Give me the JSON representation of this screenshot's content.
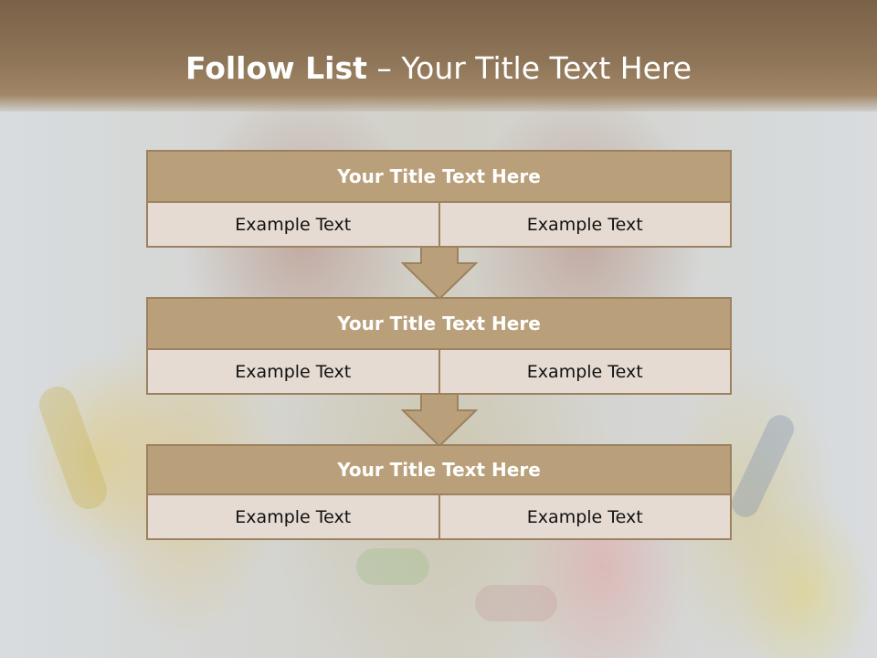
{
  "slide": {
    "title_bold": "Follow List",
    "title_rest": " – Your Title Text Here"
  },
  "blocks": [
    {
      "title": "Your Title Text Here",
      "left_text": "Example Text",
      "right_text": "Example Text"
    },
    {
      "title": "Your Title Text Here",
      "left_text": "Example Text",
      "right_text": "Example Text"
    },
    {
      "title": "Your Title Text Here",
      "left_text": "Example Text",
      "right_text": "Example Text"
    }
  ],
  "colors": {
    "header": "#8f7558",
    "block_header": "#b99f7a",
    "cell": "#e6dbd2",
    "border": "#9d8260",
    "arrow": "#b99f7a"
  },
  "icons": [
    "down-arrow-icon",
    "down-arrow-icon"
  ]
}
